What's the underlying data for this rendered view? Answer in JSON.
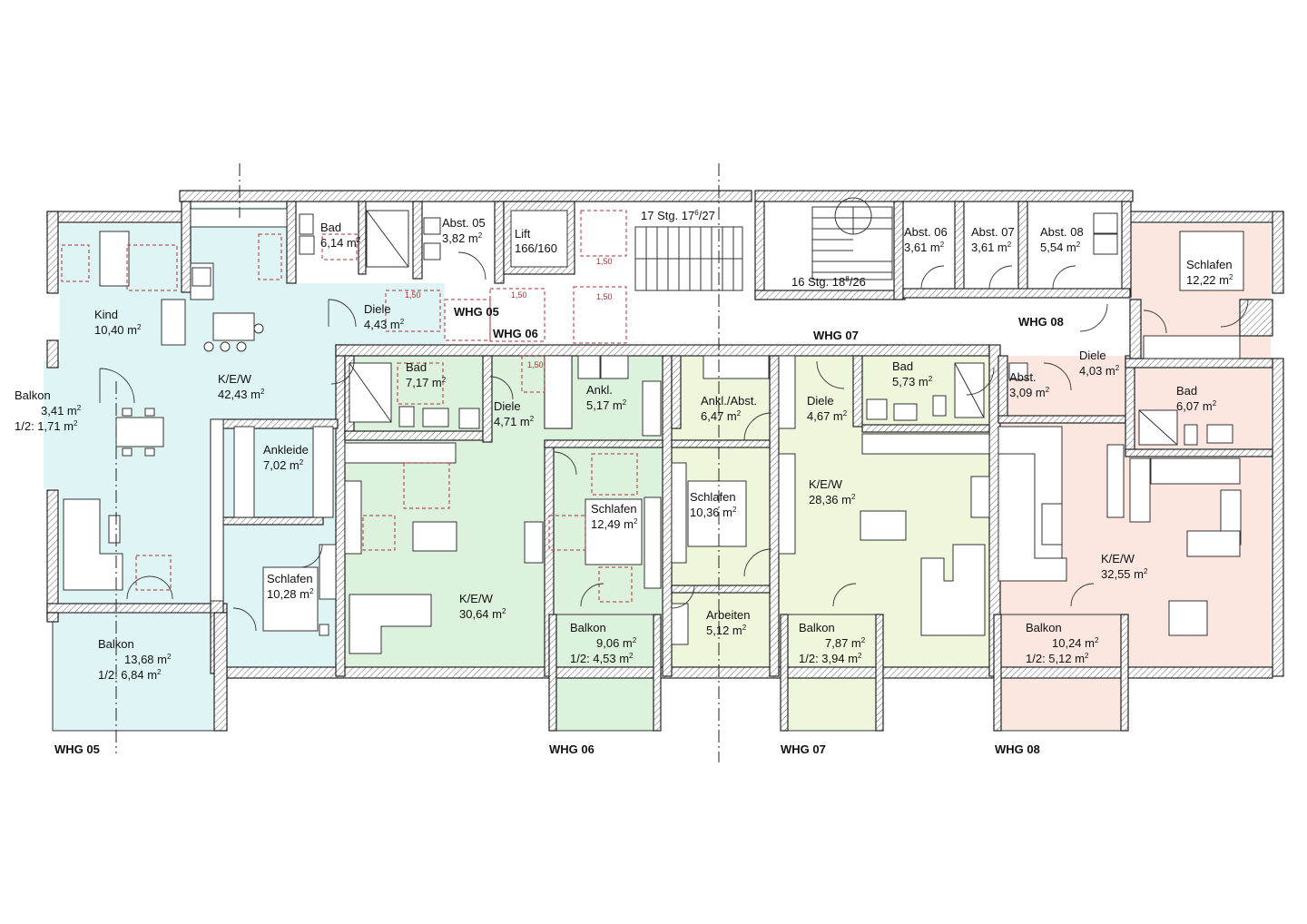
{
  "colors": {
    "whg05": "#dff4f4",
    "whg06": "#dcf2dc",
    "whg07": "#eef6dc",
    "whg08": "#fbe6e0",
    "corridor": "#ffffff",
    "wall": "#555555",
    "dashed": "#b03030"
  },
  "units": [
    {
      "id": "whg05",
      "label": "WHG 05"
    },
    {
      "id": "whg06",
      "label": "WHG 06"
    },
    {
      "id": "whg07",
      "label": "WHG 07"
    },
    {
      "id": "whg08",
      "label": "WHG 08"
    }
  ],
  "footer_labels": [
    "WHG 05",
    "WHG 06",
    "WHG 07",
    "WHG 08"
  ],
  "corridor_labels": [
    "WHG 05",
    "WHG 06",
    "WHG 07",
    "WHG 08"
  ],
  "rooms": [
    {
      "name": "Kind",
      "area": "10,40"
    },
    {
      "name": "Balkon",
      "area": "3,41",
      "half": "1/2: 1,71"
    },
    {
      "name": "K/E/W",
      "area": "42,43"
    },
    {
      "name": "Bad",
      "area": "6,14"
    },
    {
      "name": "Diele",
      "area": "4,43"
    },
    {
      "name": "Abst. 05",
      "area": "3,82"
    },
    {
      "name": "Ankleide",
      "area": "7,02"
    },
    {
      "name": "Schlafen",
      "area": "10,28"
    },
    {
      "name": "Balkon",
      "area": "13,68",
      "half": "1/2: 6,84"
    },
    {
      "name": "Bad",
      "area": "7,17"
    },
    {
      "name": "Diele",
      "area": "4,71"
    },
    {
      "name": "Ankl.",
      "area": "5,17"
    },
    {
      "name": "Schlafen",
      "area": "12,49"
    },
    {
      "name": "K/E/W",
      "area": "30,64"
    },
    {
      "name": "Balkon",
      "area": "9,06",
      "half": "1/2: 4,53"
    },
    {
      "name": "Ankl./Abst.",
      "area": "6,47"
    },
    {
      "name": "Schlafen",
      "area": "10,36"
    },
    {
      "name": "Arbeiten",
      "area": "5,12"
    },
    {
      "name": "Diele",
      "area": "4,67"
    },
    {
      "name": "Bad",
      "area": "5,73"
    },
    {
      "name": "K/E/W",
      "area": "28,36"
    },
    {
      "name": "Balkon",
      "area": "7,87",
      "half": "1/2: 3,94"
    },
    {
      "name": "Abst. 06",
      "area": "3,61"
    },
    {
      "name": "Abst. 07",
      "area": "3,61"
    },
    {
      "name": "Abst. 08",
      "area": "5,54"
    },
    {
      "name": "Schlafen",
      "area": "12,22"
    },
    {
      "name": "Diele",
      "area": "4,03"
    },
    {
      "name": "Abst.",
      "area": "3,09"
    },
    {
      "name": "Bad",
      "area": "6,07"
    },
    {
      "name": "K/E/W",
      "area": "32,55"
    },
    {
      "name": "Balkon",
      "area": "10,24",
      "half": "1/2: 5,12"
    }
  ],
  "area_unit": "m",
  "area_unit_sup": "2",
  "lift": {
    "name": "Lift",
    "size": "166/160"
  },
  "stairs": [
    {
      "text": "17 Stg. 17",
      "sup": "6",
      "tail": "/27"
    },
    {
      "text": "16 Stg. 18",
      "sup": "8",
      "tail": "/26"
    }
  ],
  "dimension_labels": [
    "1,50",
    "1,50",
    "1,50",
    "1,50",
    "1,50"
  ]
}
